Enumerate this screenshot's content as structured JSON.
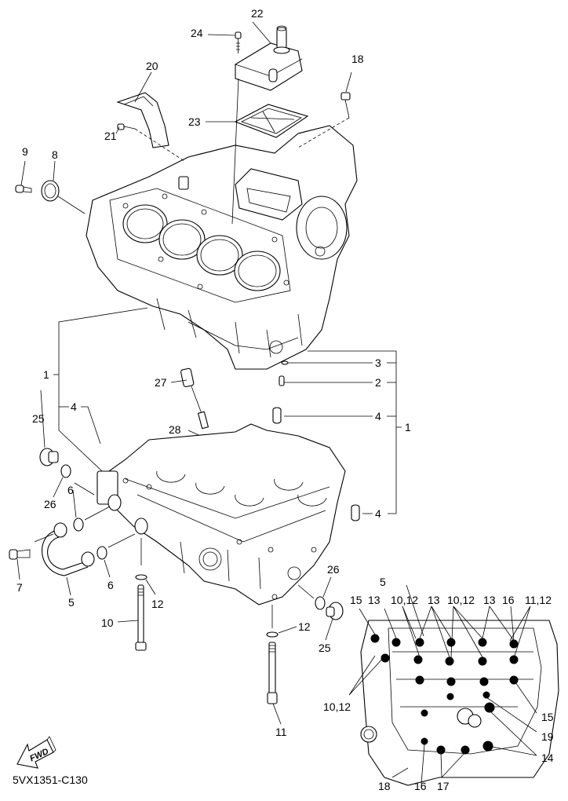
{
  "diagram": {
    "title_code": "5VX1351-C130",
    "direction_badge": "FWD",
    "callouts": [
      {
        "id": "c22",
        "text": "22"
      },
      {
        "id": "c24",
        "text": "24"
      },
      {
        "id": "c20",
        "text": "20"
      },
      {
        "id": "c18a",
        "text": "18"
      },
      {
        "id": "c23",
        "text": "23"
      },
      {
        "id": "c21",
        "text": "21"
      },
      {
        "id": "c9",
        "text": "9"
      },
      {
        "id": "c8",
        "text": "8"
      },
      {
        "id": "c1a",
        "text": "1"
      },
      {
        "id": "c3",
        "text": "3"
      },
      {
        "id": "c2",
        "text": "2"
      },
      {
        "id": "c27",
        "text": "27"
      },
      {
        "id": "c4a",
        "text": "4"
      },
      {
        "id": "c4b",
        "text": "4"
      },
      {
        "id": "c1b",
        "text": "1"
      },
      {
        "id": "c25a",
        "text": "25"
      },
      {
        "id": "c28",
        "text": "28"
      },
      {
        "id": "c26a",
        "text": "26"
      },
      {
        "id": "c6a",
        "text": "6"
      },
      {
        "id": "c4c",
        "text": "4"
      },
      {
        "id": "c7",
        "text": "7"
      },
      {
        "id": "c6b",
        "text": "6"
      },
      {
        "id": "c5a",
        "text": "5"
      },
      {
        "id": "c12a",
        "text": "12"
      },
      {
        "id": "c10",
        "text": "10"
      },
      {
        "id": "c26b",
        "text": "26"
      },
      {
        "id": "c25b",
        "text": "25"
      },
      {
        "id": "c12b",
        "text": "12"
      },
      {
        "id": "c11",
        "text": "11"
      },
      {
        "id": "c5b",
        "text": "5"
      },
      {
        "id": "c15a",
        "text": "15"
      },
      {
        "id": "c13a",
        "text": "13"
      },
      {
        "id": "c1012a",
        "text": "10,12"
      },
      {
        "id": "c13b",
        "text": "13"
      },
      {
        "id": "c1012b",
        "text": "10,12"
      },
      {
        "id": "c13c",
        "text": "13"
      },
      {
        "id": "c16a",
        "text": "16"
      },
      {
        "id": "c1112",
        "text": "11,12"
      },
      {
        "id": "c1012c",
        "text": "10,12"
      },
      {
        "id": "c15b",
        "text": "15"
      },
      {
        "id": "c19",
        "text": "19"
      },
      {
        "id": "c14",
        "text": "14"
      },
      {
        "id": "c18b",
        "text": "18"
      },
      {
        "id": "c16b",
        "text": "16"
      },
      {
        "id": "c17",
        "text": "17"
      }
    ]
  }
}
